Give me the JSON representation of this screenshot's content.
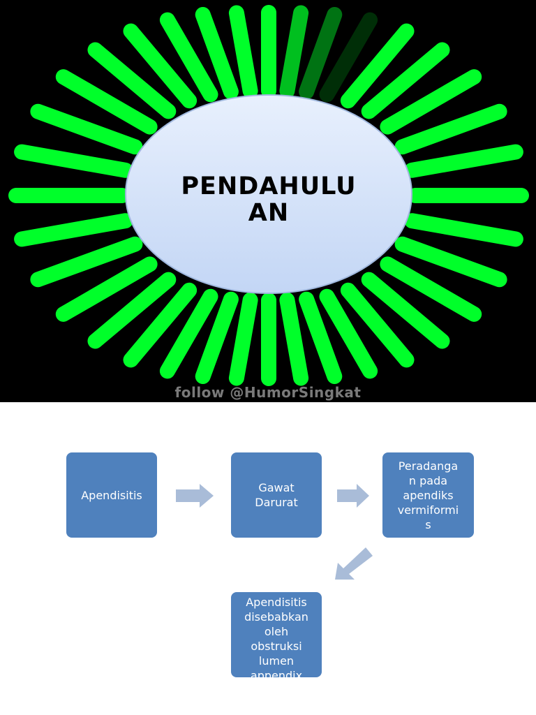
{
  "banner": {
    "title": "PENDAHULU\nAN",
    "watermark": "follow @HumorSingkat",
    "ray_color": "#00ff2a",
    "ellipse_top_color": "#e8f0fd",
    "ellipse_bottom_color": "#c3d6f5"
  },
  "flow": {
    "box_color": "#4f81bd",
    "arrow_color": "#a9bcd8",
    "steps": [
      {
        "label": "Apendisitis"
      },
      {
        "label": "Gawat\nDarurat"
      },
      {
        "label": "Peradanga\nn pada\napendiks\nvermiformi\ns"
      },
      {
        "label": "Apendisitis\ndisebabkan\noleh\nobstruksi\nlumen\nappendix"
      }
    ]
  }
}
